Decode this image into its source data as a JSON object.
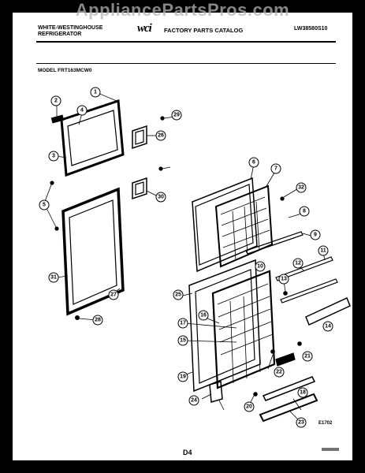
{
  "watermark": "AppliancePartsPros.com",
  "header": {
    "brand_line1": "WHITE-WESTINGHOUSE",
    "brand_line2": "REFRIGERATOR",
    "logo": "wci",
    "catalog_title": "FACTORY PARTS CATALOG",
    "catalog_code": "LW38580S10"
  },
  "model_label": "MODEL FRT163MCW0",
  "figure_ref": "E1702",
  "page_number": "D4",
  "callouts": [
    "1",
    "2",
    "3",
    "4",
    "5",
    "6",
    "7",
    "8",
    "9",
    "10",
    "11",
    "12",
    "13",
    "14",
    "15",
    "16",
    "17",
    "18",
    "19",
    "20",
    "21",
    "22",
    "23",
    "24",
    "25",
    "26",
    "27",
    "28",
    "29",
    "30",
    "31",
    "32"
  ]
}
